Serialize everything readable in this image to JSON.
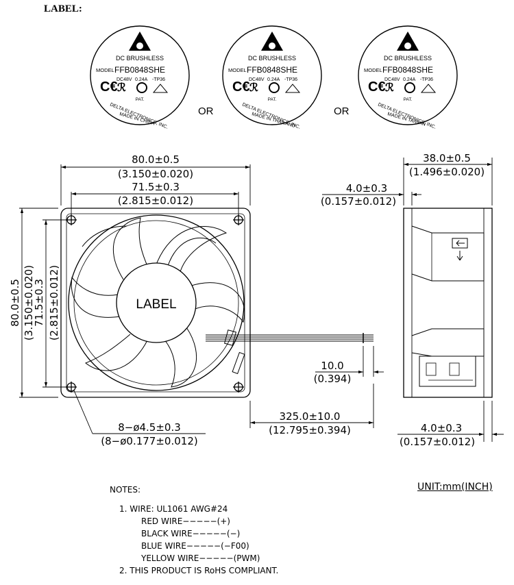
{
  "heading": "LABEL:",
  "labels": [
    {
      "line1": "DC BRUSHLESS",
      "model_prefix": "MODEL",
      "model": "FFB0848SHE",
      "voltage": "DC48V",
      "current": "0.24A",
      "suffix": "-TP36",
      "pat": "PAT.",
      "maker": "DELTA ELECTRONICS, INC.",
      "origin": "MADE IN CHINA"
    },
    {
      "line1": "DC BRUSHLESS",
      "model_prefix": "MODEL",
      "model": "FFB0848SHE",
      "voltage": "DC48V",
      "current": "0.24A",
      "suffix": "-TP36",
      "pat": "PAT.",
      "maker": "DELTA ELECTRONICS, INC.",
      "origin": "MADE IN THAILAND"
    },
    {
      "line1": "DC BRUSHLESS",
      "model_prefix": "MODEL",
      "model": "FFB0848SHE",
      "voltage": "DC48V",
      "current": "0.24A",
      "suffix": "-TP36",
      "pat": "PAT.",
      "maker": "DELTA ELECTRONICS, INC.",
      "origin": "MADE IN TAIWAN"
    }
  ],
  "or_text": "OR",
  "fan_label": "LABEL",
  "dims": {
    "width_mm": "80.0±0.5",
    "width_in": "(3.150±0.020)",
    "hole_mm": "71.5±0.3",
    "hole_in": "(2.815±0.012)",
    "height_mm": "80.0±0.5",
    "height_in": "(3.150±0.020)",
    "vhole_mm": "71.5±0.3",
    "vhole_in": "(2.815±0.012)",
    "depth_mm": "38.0±0.5",
    "depth_in": "(1.496±0.020)",
    "flange_mm": "4.0±0.3",
    "flange_in": "(0.157±0.012)",
    "strip_mm": "10.0",
    "strip_in": "(0.394)",
    "lead_mm": "325.0±10.0",
    "lead_in": "(12.795±0.394)",
    "mount_mm": "8−ø4.5±0.3",
    "mount_in": "(8−ø0.177±0.012)",
    "flange2_mm": "4.0±0.3",
    "flange2_in": "(0.157±0.012)"
  },
  "unit": "UNIT:mm(INCH)",
  "notes": {
    "title": "NOTES:",
    "item1": "1. WIRE: UL1061 AWG#24",
    "wires": [
      "RED WIRE−−−−−(+)",
      "BLACK WIRE−−−−−(−)",
      "BLUE WIRE−−−−−(−F00)",
      "YELLOW WIRE−−−−−(PWM)"
    ],
    "item2": "2. THIS PRODUCT IS RoHS COMPLIANT."
  }
}
